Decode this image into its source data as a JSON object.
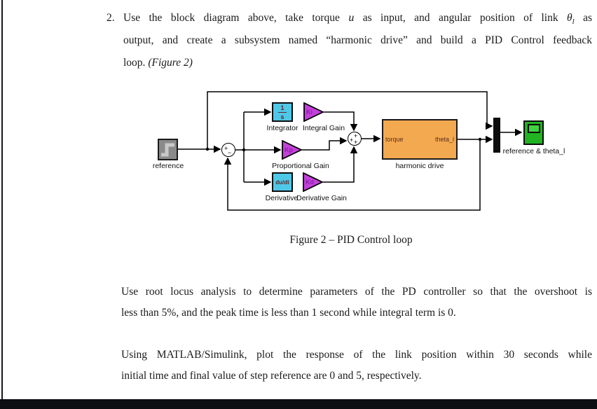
{
  "question": {
    "number": "2.",
    "line1": {
      "a": "Use the block diagram above, take torque ",
      "u": "u",
      "b": " as input, and angular position of link ",
      "theta": "θ",
      "theta_sub": "l",
      "c": " as"
    },
    "line2": "output, and create a subsystem named “harmonic drive” and build a PID Control feedback",
    "line3a": "loop. ",
    "line3b": "(Figure 2)"
  },
  "diagram": {
    "blocks": {
      "reference": {
        "label": "reference"
      },
      "integrator": {
        "numerator": "1",
        "denominator": "s",
        "label": "Integrator"
      },
      "integral_gain": {
        "text": "Ki",
        "label": "Integral Gain"
      },
      "proportional_gain": {
        "text": "Kp",
        "label": "Proportional Gain"
      },
      "derivative": {
        "text": "du/dt",
        "label": "Derivative"
      },
      "derivative_gain": {
        "text": "Kd",
        "label": "Derivative Gain"
      },
      "harmonic_drive": {
        "input_port": "torque",
        "output_port": "theta_l",
        "label": "harmonic drive"
      },
      "scope": {
        "label": "reference & theta_l"
      }
    },
    "sums": {
      "sum1": {
        "left_sign": "+",
        "bottom_sign": "−"
      },
      "sum2": {
        "top_sign": "+",
        "left_sign": "+",
        "bottom_sign": "+"
      }
    },
    "colors": {
      "cyan_block": "#4fc8e8",
      "gain_triangle": "#c341d9",
      "subsystem_block": "#f3a94f",
      "scope_body": "#22b322",
      "scope_screen": "#3fd43f",
      "reference_block": "#8a8a8a",
      "wire": "#000000"
    }
  },
  "caption": "Figure 2 – PID Control loop",
  "para_root_locus": {
    "line1": "Use root locus analysis to determine parameters of the PD controller so that the overshoot is",
    "line2": "less than 5%, and the peak time is less than 1 second while integral term is 0."
  },
  "para_simulink": {
    "line1": "Using MATLAB/Simulink, plot the response of the link position within 30 seconds while",
    "line2": "initial time and final value of step reference are 0 and 5, respectively."
  }
}
